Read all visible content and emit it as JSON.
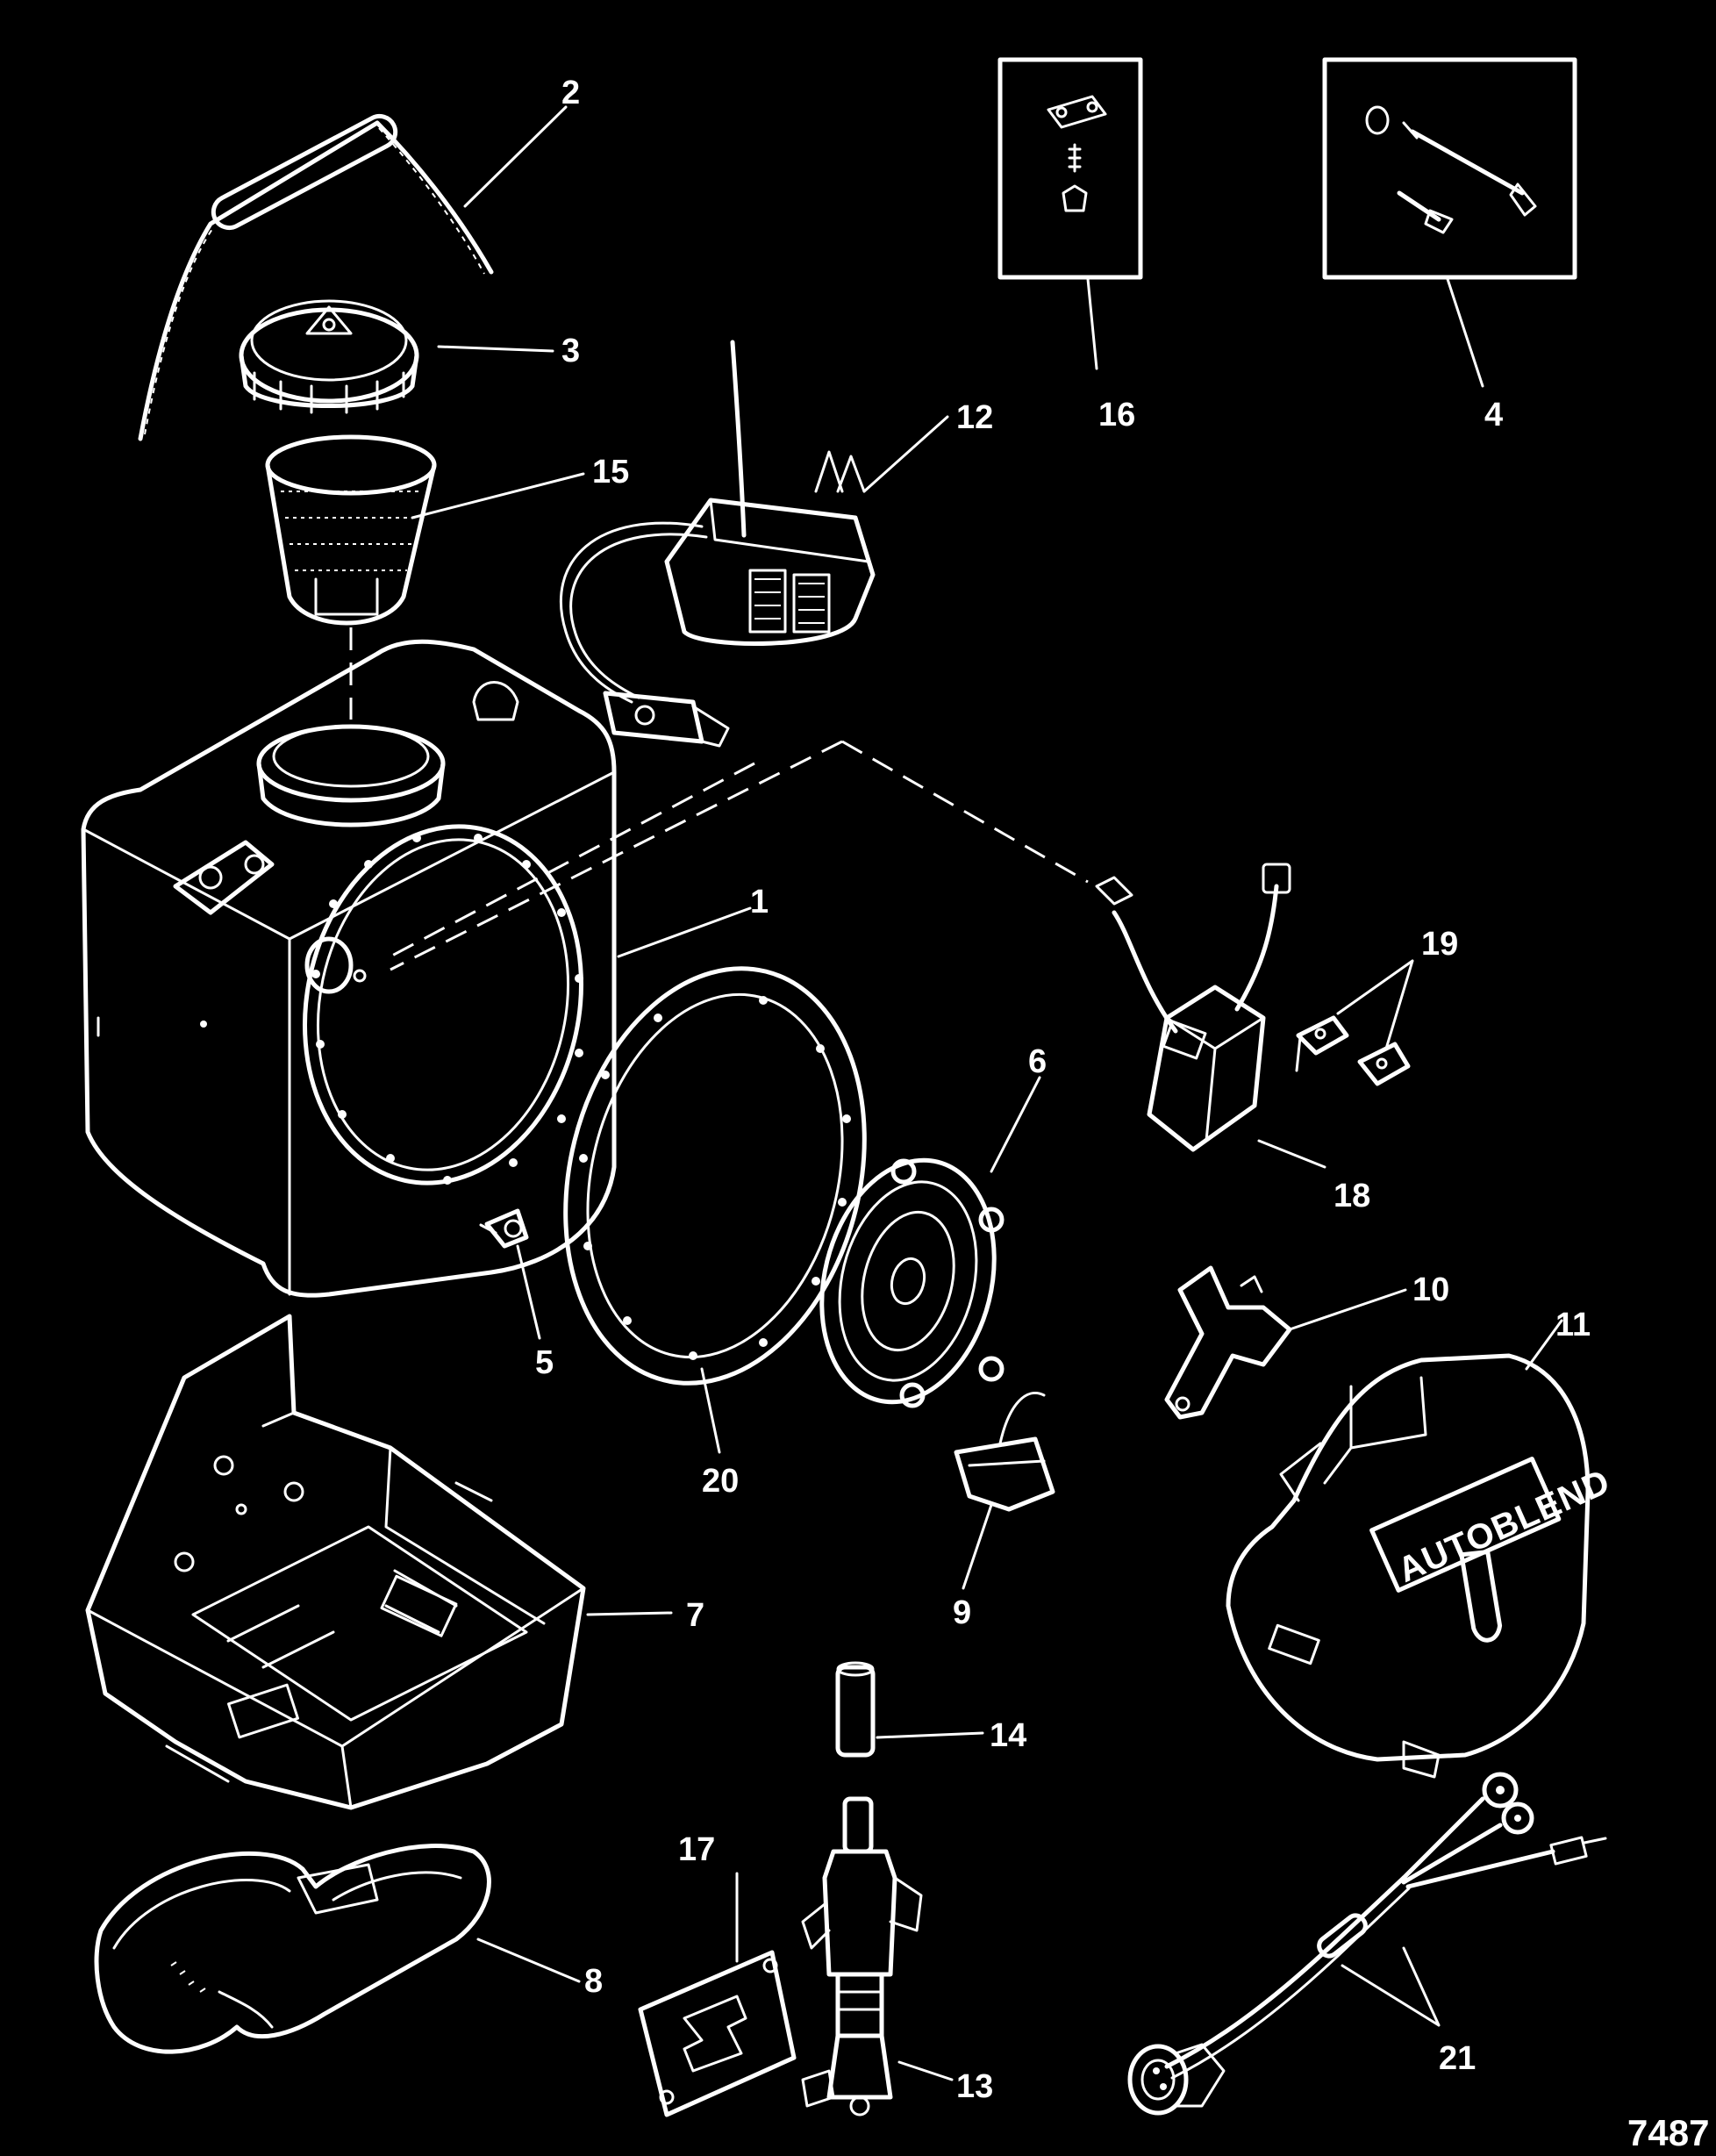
{
  "figure_id": "7487",
  "callouts": {
    "c1": "1",
    "c2": "2",
    "c3": "3",
    "c4": "4",
    "c5": "5",
    "c6": "6",
    "c7": "7",
    "c8": "8",
    "c9": "9",
    "c10": "10",
    "c11": "11",
    "c12": "12",
    "c13": "13",
    "c14": "14",
    "c15": "15",
    "c16": "16",
    "c17": "17",
    "c18": "18",
    "c19": "19",
    "c20": "20",
    "c21": "21"
  },
  "cover_brand_text": "AUTOBLEND",
  "colors": {
    "background": "#000000",
    "linework": "#ffffff"
  }
}
